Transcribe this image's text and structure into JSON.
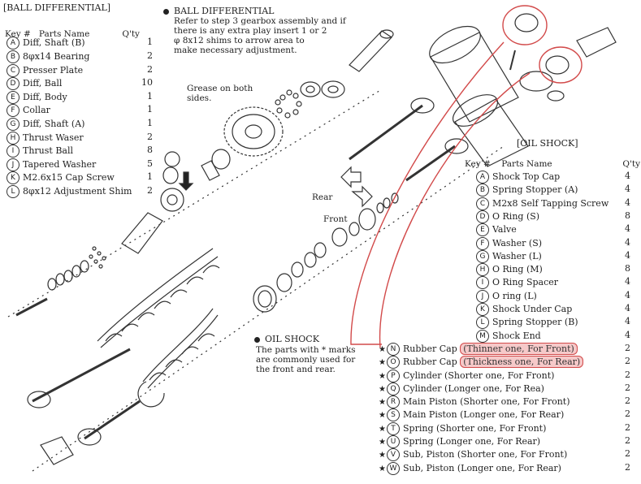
{
  "ball_diff": {
    "section_label": "[BALL DIFFERENTIAL]",
    "header": "Key #   Parts Name            Q'ty",
    "items": [
      {
        "key": "A",
        "name": "Diff, Shaft (B)",
        "qty": "1"
      },
      {
        "key": "B",
        "name": "8φx14 Bearing",
        "qty": "2"
      },
      {
        "key": "C",
        "name": "Presser Plate",
        "qty": "2"
      },
      {
        "key": "D",
        "name": "Diff, Ball",
        "qty": "10"
      },
      {
        "key": "E",
        "name": "Diff, Body",
        "qty": "1"
      },
      {
        "key": "F",
        "name": "Collar",
        "qty": "1"
      },
      {
        "key": "G",
        "name": "Diff, Shaft  (A)",
        "qty": "1"
      },
      {
        "key": "H",
        "name": "Thrust Waser",
        "qty": "2"
      },
      {
        "key": "I",
        "name": "Thrust Ball",
        "qty": "8"
      },
      {
        "key": "J",
        "name": "Tapered Washer",
        "qty": "5"
      },
      {
        "key": "K",
        "name": "M2.6x15 Cap Screw",
        "qty": "1"
      },
      {
        "key": "L",
        "name": "8φx12 Adjustment Shim",
        "qty": "2"
      }
    ],
    "title": "BALL DIFFERENTIAL",
    "note": "Refer to step 3 gearbox assembly and if\nthere is any extra play insert 1 or 2\nφ 8x12 shims to arrow area to\nmake necessary adjustment.",
    "grease": "Grease on both\nsides.",
    "rear": "Rear",
    "front": "Front"
  },
  "oil_shock": {
    "section_label": "[OIL SHOCK]",
    "header": "Key #    Parts Name                          Q'ty",
    "title": "OIL SHOCK",
    "note": "The parts with * marks\nare commonly used for\nthe front and rear.",
    "items": [
      {
        "star": "",
        "key": "A",
        "name": "Shock Top Cap",
        "hl": "",
        "qty": "4"
      },
      {
        "star": "",
        "key": "B",
        "name": "Spring Stopper  (A)",
        "hl": "",
        "qty": "4"
      },
      {
        "star": "",
        "key": "C",
        "name": "M2x8 Self Tapping Screw",
        "hl": "",
        "qty": "4"
      },
      {
        "star": "",
        "key": "D",
        "name": "O Ring (S)",
        "hl": "",
        "qty": "8"
      },
      {
        "star": "",
        "key": "E",
        "name": "Valve",
        "hl": "",
        "qty": "4"
      },
      {
        "star": "",
        "key": "F",
        "name": "Washer  (S)",
        "hl": "",
        "qty": "4"
      },
      {
        "star": "",
        "key": "G",
        "name": "Washer  (L)",
        "hl": "",
        "qty": "4"
      },
      {
        "star": "",
        "key": "H",
        "name": "O  Ring  (M)",
        "hl": "",
        "qty": "8"
      },
      {
        "star": "",
        "key": "I",
        "name": "O Ring Spacer",
        "hl": "",
        "qty": "4"
      },
      {
        "star": "",
        "key": "J",
        "name": "O ring  (L)",
        "hl": "",
        "qty": "4"
      },
      {
        "star": "",
        "key": "K",
        "name": "Shock Under Cap",
        "hl": "",
        "qty": "4"
      },
      {
        "star": "",
        "key": "L",
        "name": "Spring Stopper  (B)",
        "hl": "",
        "qty": "4"
      },
      {
        "star": "",
        "key": "M",
        "name": "Shock End",
        "hl": "",
        "qty": "4"
      },
      {
        "star": "★",
        "key": "N",
        "name": "Rubber Cap",
        "hl": "(Thinner one, For Front)",
        "qty": "2"
      },
      {
        "star": "★",
        "key": "O",
        "name": "Rubber Cap",
        "hl": "(Thickness one, For Rear)",
        "qty": "2"
      },
      {
        "star": "★",
        "key": "P",
        "name": "Cylinder  (Shorter one, For Front)",
        "hl": "",
        "qty": "2"
      },
      {
        "star": "★",
        "key": "Q",
        "name": "Cylinder  (Longer one, For Rea)",
        "hl": "",
        "qty": "2"
      },
      {
        "star": "★",
        "key": "R",
        "name": "Main Piston  (Shorter one, For Front)",
        "hl": "",
        "qty": "2"
      },
      {
        "star": "★",
        "key": "S",
        "name": "Main Piston  (Longer one, For Rear)",
        "hl": "",
        "qty": "2"
      },
      {
        "star": "★",
        "key": "T",
        "name": "Spring  (Shorter one, For Front)",
        "hl": "",
        "qty": "2"
      },
      {
        "star": "★",
        "key": "U",
        "name": "Spring  (Longer one, For Rear)",
        "hl": "",
        "qty": "2"
      },
      {
        "star": "★",
        "key": "V",
        "name": "Sub, Piston  (Shorter one, For Front)",
        "hl": "",
        "qty": "2"
      },
      {
        "star": "★",
        "key": "W",
        "name": "Sub, Piston  (Longer one, For  Rear)",
        "hl": "",
        "qty": "2"
      }
    ]
  },
  "colors": {
    "highlight_stroke": "#d24a4a",
    "highlight_fill": "#f6c9c9",
    "ink": "#222222"
  }
}
